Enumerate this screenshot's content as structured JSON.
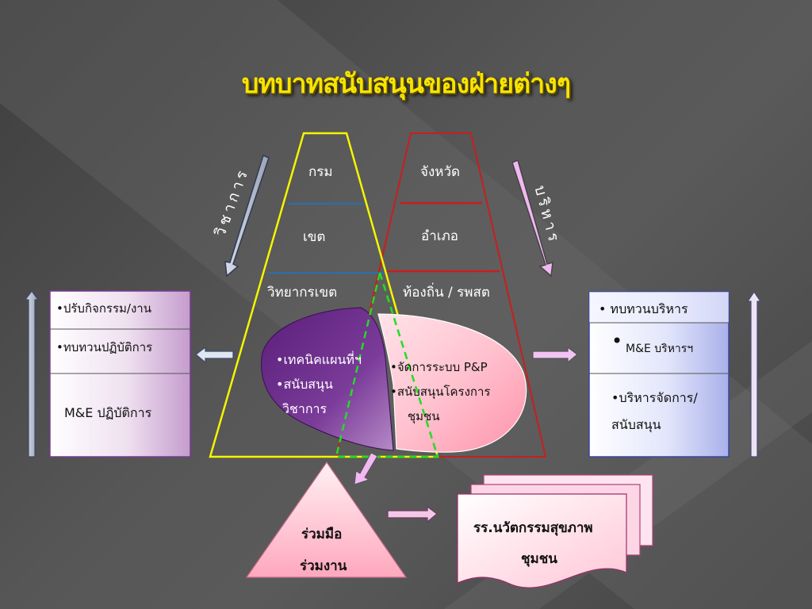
{
  "title": "บทบาทสนับสนุนของฝ่ายต่างๆ",
  "side_labels": {
    "left_axis": "วิชาการ",
    "right_axis": "บริหาร"
  },
  "left_trapezoid": {
    "level1": "กรม",
    "level2": "เขต",
    "level3": "วิทยากรเขต"
  },
  "right_trapezoid": {
    "level1": "จังหวัด",
    "level2": "อำเภอ",
    "level3": "ท้องถิ่น / รพสต"
  },
  "purple_oval": {
    "line1": "•เทคนิคแผนที่ฯ",
    "line2": "•สนับสนุน",
    "line3": "วิชาการ"
  },
  "pink_oval": {
    "line1": "•จัดการระบบ P&P",
    "line2": "•สนับสนุนโครงการ",
    "line3": "ชุมชน"
  },
  "left_box": {
    "item1": "•ปรับกิจกรรม/งาน",
    "item2": "•ทบทวนปฏิบัติการ",
    "item3": "M&E ปฏิบัติการ"
  },
  "right_box": {
    "item1": "•  ทบทวนบริหาร",
    "item2_bullet": "•",
    "item2": "M&E บริหารฯ",
    "item3_line1": "•บริหารจัดการ/",
    "item3_line2": "สนับสนุน"
  },
  "triangle": {
    "line1": "ร่วมมือ",
    "line2": "ร่วมงาน"
  },
  "output_doc": {
    "line1": "รร.นวัตกรรมสุขภาพ",
    "line2": "ชุมชน"
  },
  "colors": {
    "title": "#f7e300",
    "yellow_outline": "#f5f500",
    "red_outline": "#c81e1e",
    "green_dashed": "#22dd22",
    "purple": "#6a2a86",
    "pink": "#ffc8d2"
  }
}
